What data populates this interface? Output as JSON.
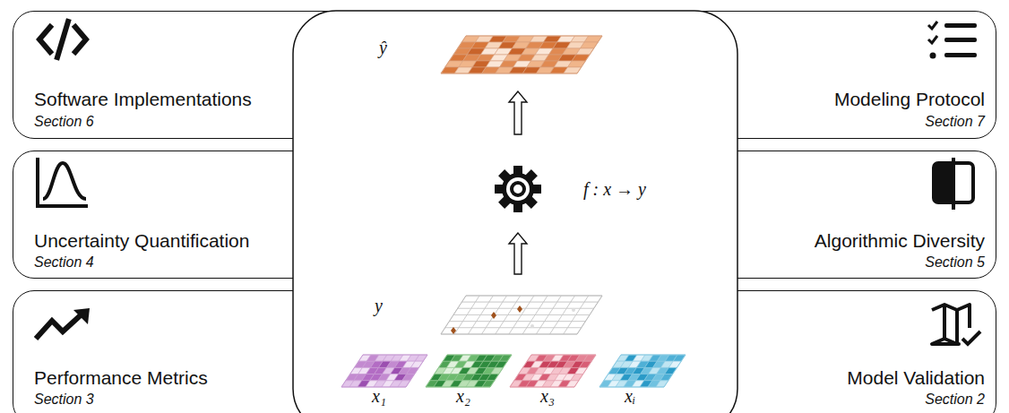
{
  "diagram": {
    "nodes": [
      {
        "text": [
          "Software Implementations",
          "Section 6"
        ]
      },
      {
        "text": [
          "Modeling Protocol",
          "Section 7"
        ]
      },
      {
        "text": [
          "Uncertainty Quantification",
          "Section 4"
        ]
      },
      {
        "text": [
          "Algorithmic Diversity",
          "Section 5"
        ]
      },
      {
        "text": [
          "Performance Metrics",
          "Section 3"
        ]
      },
      {
        "text": [
          "Model Validation",
          "Section 2"
        ]
      },
      {
        "text": [
          "ŷ",
          "f : x → y",
          "y",
          "x₁",
          "x₂",
          "x₃",
          "xᵢ"
        ]
      }
    ]
  }
}
